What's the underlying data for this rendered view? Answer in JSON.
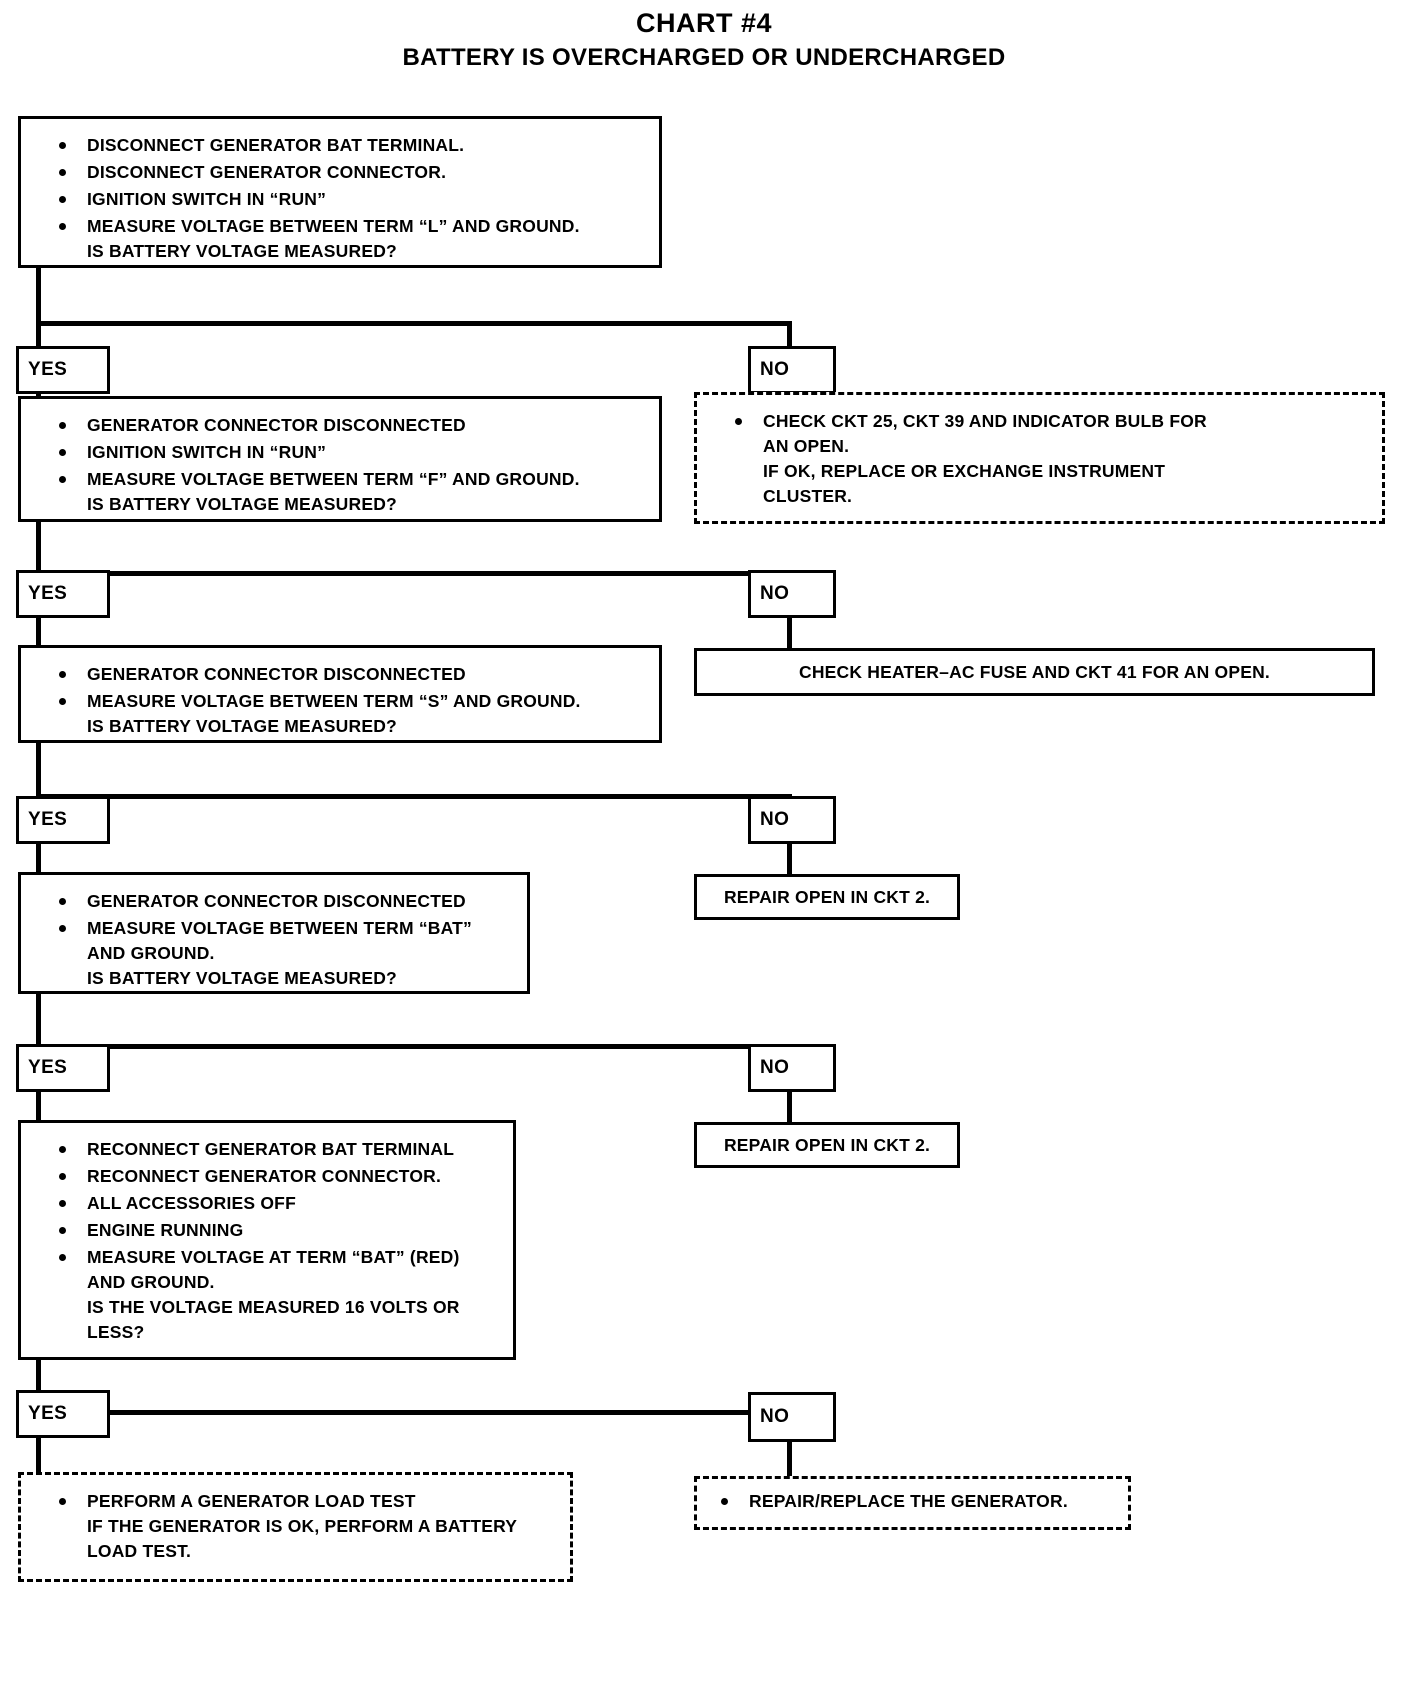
{
  "title": {
    "main": "CHART #4",
    "sub": "BATTERY IS OVERCHARGED OR UNDERCHARGED"
  },
  "labels": {
    "yes": "YES",
    "no": "NO"
  },
  "nodes": {
    "step1": {
      "bullets": [
        [
          "DISCONNECT GENERATOR BAT TERMINAL."
        ],
        [
          "DISCONNECT GENERATOR CONNECTOR."
        ],
        [
          "IGNITION SWITCH IN “RUN”"
        ],
        [
          "MEASURE VOLTAGE BETWEEN TERM “L” AND GROUND.",
          "IS BATTERY VOLTAGE MEASURED?"
        ]
      ]
    },
    "step1_no": {
      "bullets": [
        [
          "CHECK CKT 25, CKT 39 AND INDICATOR BULB FOR",
          "AN OPEN.",
          "IF OK, REPLACE OR EXCHANGE INSTRUMENT",
          "CLUSTER."
        ]
      ]
    },
    "step2": {
      "bullets": [
        [
          "GENERATOR CONNECTOR DISCONNECTED"
        ],
        [
          "IGNITION SWITCH IN “RUN”"
        ],
        [
          "MEASURE VOLTAGE BETWEEN TERM “F” AND GROUND.",
          "IS BATTERY VOLTAGE MEASURED?"
        ]
      ]
    },
    "step2_no": {
      "text": "CHECK HEATER–AC FUSE AND CKT 41 FOR AN OPEN."
    },
    "step3": {
      "bullets": [
        [
          "GENERATOR CONNECTOR DISCONNECTED"
        ],
        [
          "MEASURE VOLTAGE BETWEEN TERM “S” AND GROUND.",
          "IS BATTERY VOLTAGE MEASURED?"
        ]
      ]
    },
    "step3_no": {
      "text": "REPAIR OPEN IN CKT 2."
    },
    "step4": {
      "bullets": [
        [
          "GENERATOR CONNECTOR DISCONNECTED"
        ],
        [
          "MEASURE VOLTAGE BETWEEN TERM “BAT”",
          "AND GROUND.",
          "IS BATTERY VOLTAGE MEASURED?"
        ]
      ]
    },
    "step4_no": {
      "text": "REPAIR OPEN IN CKT 2."
    },
    "step5": {
      "bullets": [
        [
          "RECONNECT GENERATOR BAT TERMINAL"
        ],
        [
          "RECONNECT GENERATOR CONNECTOR."
        ],
        [
          "ALL ACCESSORIES OFF"
        ],
        [
          "ENGINE RUNNING"
        ],
        [
          "MEASURE VOLTAGE AT TERM “BAT” (RED)",
          "AND GROUND.",
          "IS THE VOLTAGE MEASURED 16 VOLTS OR",
          "LESS?"
        ]
      ]
    },
    "step5_yes": {
      "bullets": [
        [
          "PERFORM A GENERATOR LOAD TEST",
          "IF THE GENERATOR IS OK, PERFORM A BATTERY",
          "LOAD TEST."
        ]
      ]
    },
    "step5_no": {
      "bullets": [
        [
          "REPAIR/REPLACE THE GENERATOR."
        ]
      ]
    }
  }
}
